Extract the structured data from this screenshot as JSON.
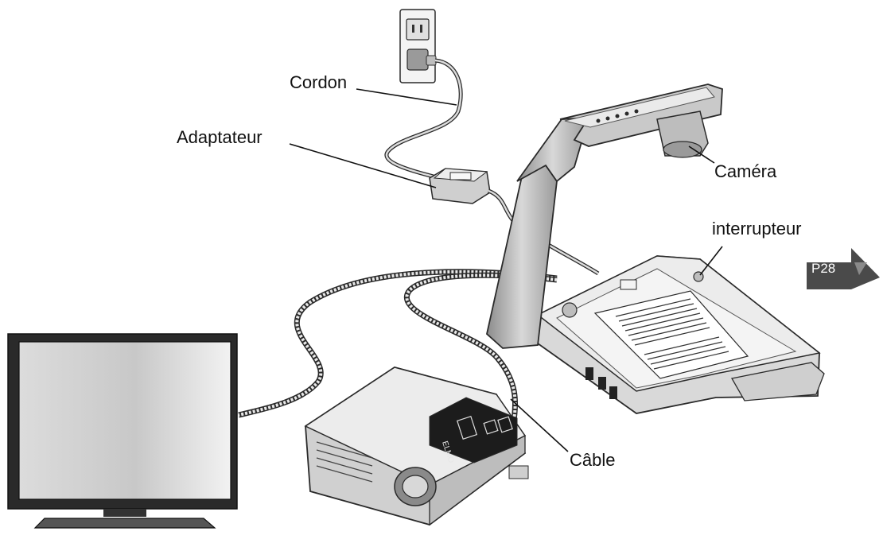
{
  "labels": {
    "cordon": "Cordon",
    "adaptateur": "Adaptateur",
    "camera": "Caméra",
    "interrupteur": "interrupteur",
    "cable": "Câble"
  },
  "page_ref": "P28",
  "projector_brand": "ELMO",
  "colors": {
    "line": "#2a2a2a",
    "device_light": "#e6e6e6",
    "device_mid": "#bdbdbd",
    "device_dark": "#5a5a5a",
    "page_arrow": "#4a4a4a"
  }
}
